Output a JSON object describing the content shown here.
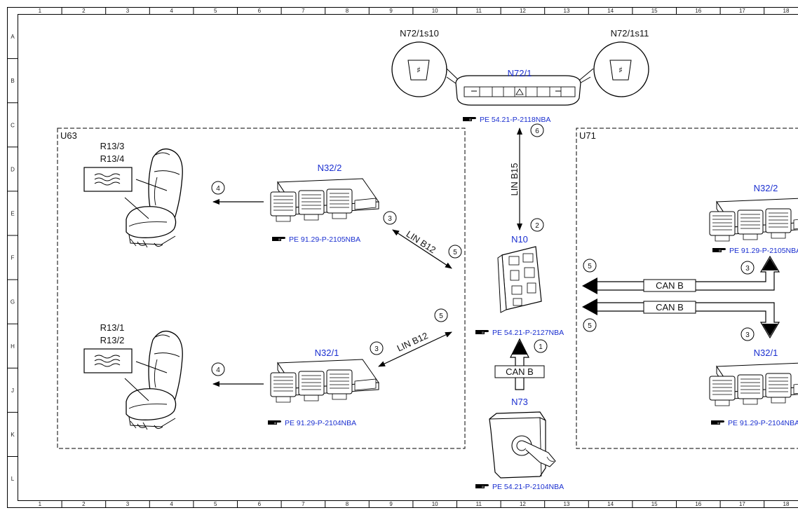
{
  "frame": {
    "columns": [
      "1",
      "2",
      "3",
      "4",
      "5",
      "6",
      "7",
      "8",
      "9",
      "10",
      "11",
      "12",
      "13",
      "14",
      "15",
      "16",
      "17",
      "18"
    ],
    "rows": [
      "A",
      "B",
      "C",
      "D",
      "E",
      "F",
      "G",
      "H",
      "J",
      "K",
      "L"
    ]
  },
  "groups": {
    "left": "U63",
    "right": "U71"
  },
  "switch_panel": {
    "label": "N72/1",
    "left_switch": "N72/1s10",
    "right_switch": "N72/1s11",
    "ref": "PE 54.21-P-2118NBA"
  },
  "seats": {
    "upper_labels": [
      "R13/3",
      "R13/4"
    ],
    "lower_labels": [
      "R13/1",
      "R13/2"
    ]
  },
  "modules": {
    "upper_left": {
      "label": "N32/2",
      "ref": "PE 91.29-P-2105NBA"
    },
    "lower_left": {
      "label": "N32/1",
      "ref": "PE 91.29-P-2104NBA"
    },
    "upper_right": {
      "label": "N32/2",
      "ref": "PE 91.29-P-2105NBA"
    },
    "lower_right": {
      "label": "N32/1",
      "ref": "PE 91.29-P-2104NBA"
    }
  },
  "central": {
    "label": "N10",
    "ref": "PE 54.21-P-2127NBA"
  },
  "ignition": {
    "label": "N73",
    "ref": "PE 54.21-P-2104NBA"
  },
  "buses": {
    "lin_b15": "LIN B15",
    "lin_b12_upper": "LIN B12",
    "lin_b12_lower": "LIN B12",
    "can_lower": "CAN B",
    "can_right_upper": "CAN B",
    "can_right_lower": "CAN B"
  },
  "steps": {
    "n1": "1",
    "n2": "2",
    "n3": "3",
    "n4": "4",
    "n5": "5",
    "n6": "6"
  },
  "icons": [
    "hand-pointer-icon",
    "seat-icon",
    "heating-pad-icon",
    "control-module-icon",
    "ignition-lock-icon"
  ]
}
